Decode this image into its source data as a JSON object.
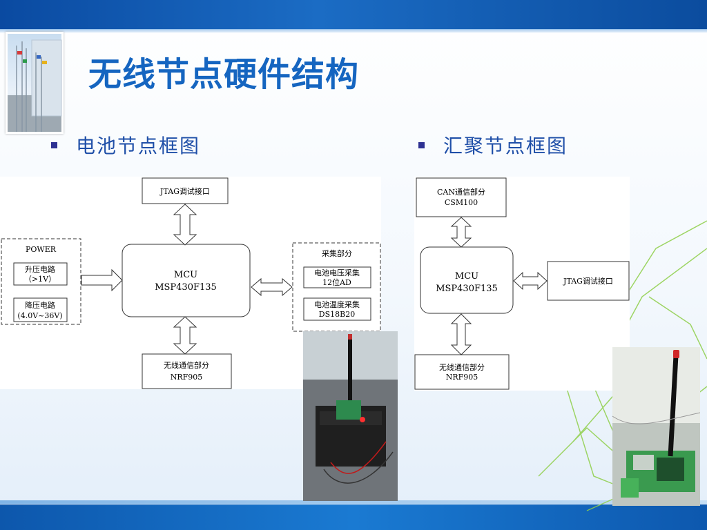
{
  "title": "无线节点硬件结构",
  "left_section": {
    "heading": "电池节点框图",
    "diagram": {
      "jtag": "JTAG调试接口",
      "power": {
        "title": "POWER",
        "boost_line1": "升压电路",
        "boost_line2": "（>1V）",
        "buck_line1": "降压电路",
        "buck_line2": "(4.0V~36V)"
      },
      "mcu_line1": "MCU",
      "mcu_line2": "MSP430F135",
      "acq": {
        "title": "采集部分",
        "voltage_line1": "电池电压采集",
        "voltage_line2": "12位AD",
        "temp_line1": "电池温度采集",
        "temp_line2": "DS18B20"
      },
      "rf_line1": "无线通信部分",
      "rf_line2": "NRF905"
    }
  },
  "right_section": {
    "heading": "汇聚节点框图",
    "diagram": {
      "can_line1": "CAN通信部分",
      "can_line2": "CSM100",
      "mcu_line1": "MCU",
      "mcu_line2": "MSP430F135",
      "jtag": "JTAG调试接口",
      "rf_line1": "无线通信部分",
      "rf_line2": "NRF905"
    }
  },
  "colors": {
    "title": "#1565c0",
    "bullet_text": "#1f4fa8",
    "band": "#1565c0",
    "decor_green": "#8fcf4a"
  }
}
